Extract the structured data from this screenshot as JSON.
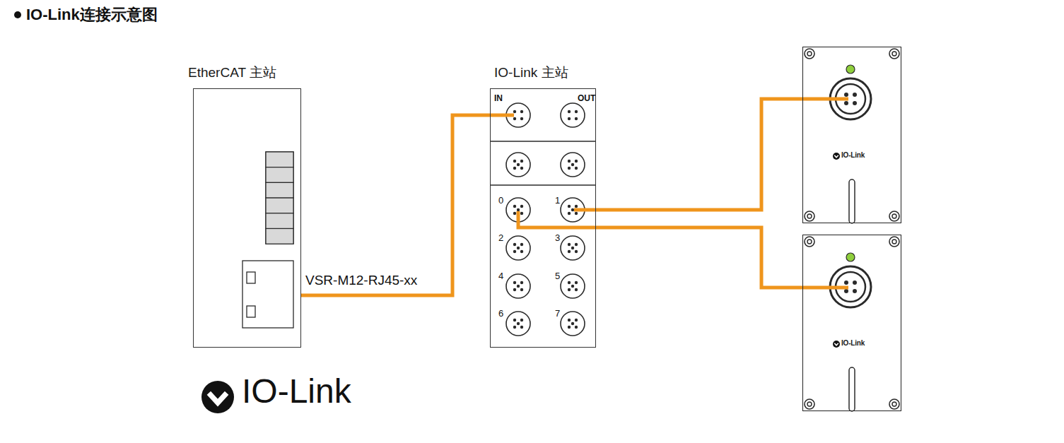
{
  "diagram": {
    "title": "IO-Link连接示意图",
    "nodes": [
      {
        "text": [
          "EtherCAT 主站"
        ]
      },
      {
        "text": [
          "IO-Link 主站"
        ]
      },
      {
        "text": [
          "IO-Link"
        ]
      },
      {
        "text": [
          "IO-Link"
        ]
      }
    ],
    "edges": [
      {
        "from": 0,
        "to": 1,
        "label": "VSR-M12-RJ45-xx",
        "arrow": "none"
      },
      {
        "from": 1,
        "to": 2,
        "arrow": "none"
      },
      {
        "from": 1,
        "to": 3,
        "arrow": "none"
      }
    ],
    "labels": [
      "IN",
      "OUT",
      "0",
      "1",
      "2",
      "3",
      "4",
      "5",
      "6",
      "7",
      "IO-Link"
    ]
  }
}
